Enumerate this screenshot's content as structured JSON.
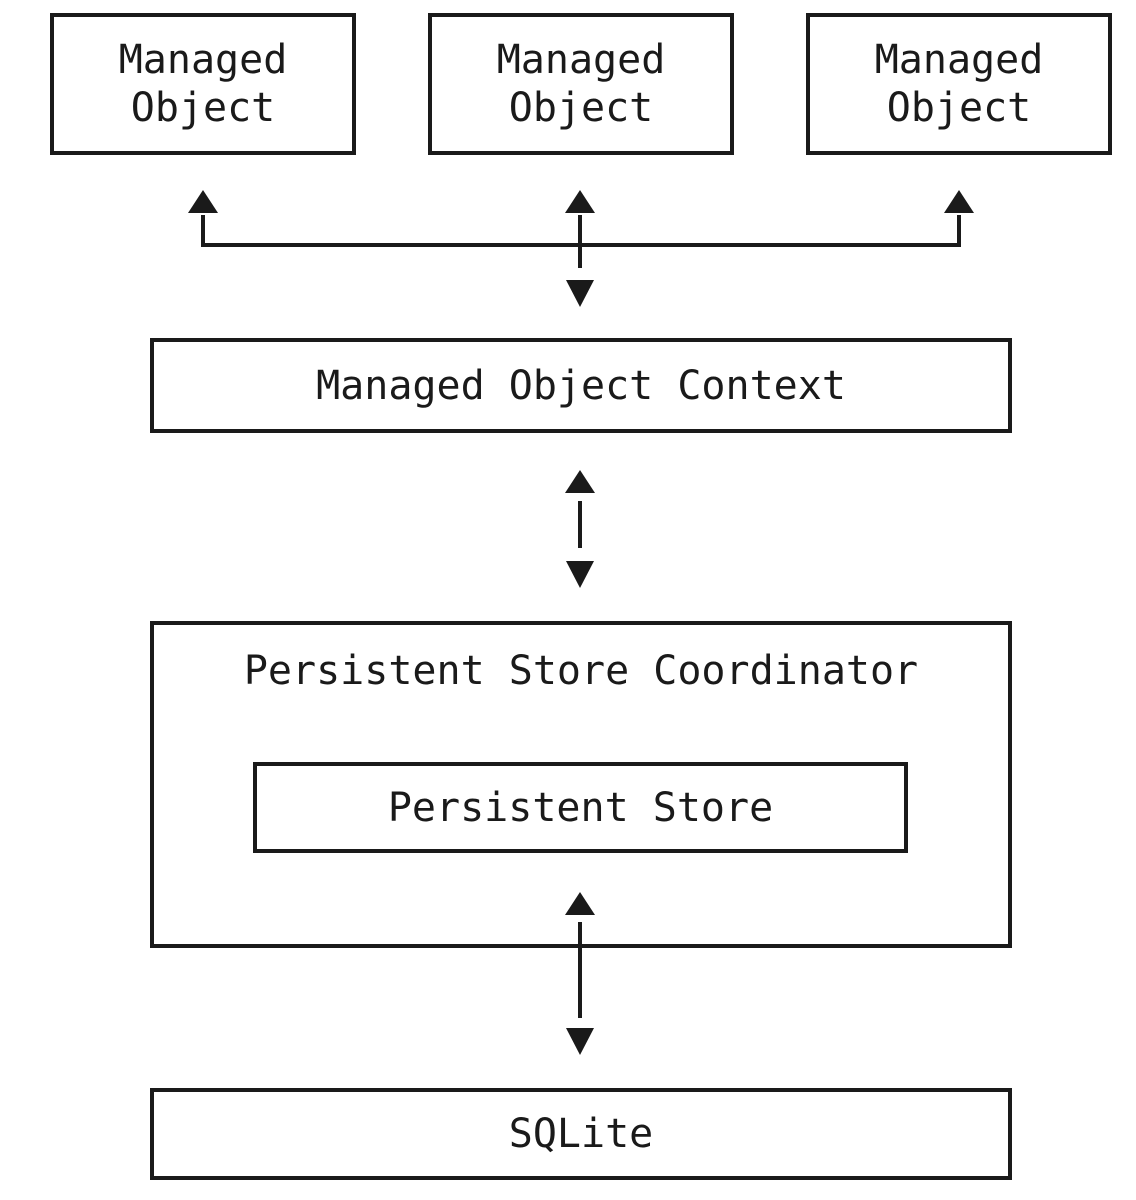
{
  "boxes": {
    "managed_objects": [
      {
        "label": "Managed Object"
      },
      {
        "label": "Managed Object"
      },
      {
        "label": "Managed Object"
      }
    ],
    "managed_object_context": {
      "label": "Managed Object Context"
    },
    "persistent_store_coordinator": {
      "label": "Persistent Store Coordinator"
    },
    "persistent_store": {
      "label": "Persistent Store"
    },
    "sqlite": {
      "label": "SQLite"
    }
  },
  "colors": {
    "line": "#1a1a1a",
    "background": "#ffffff"
  }
}
